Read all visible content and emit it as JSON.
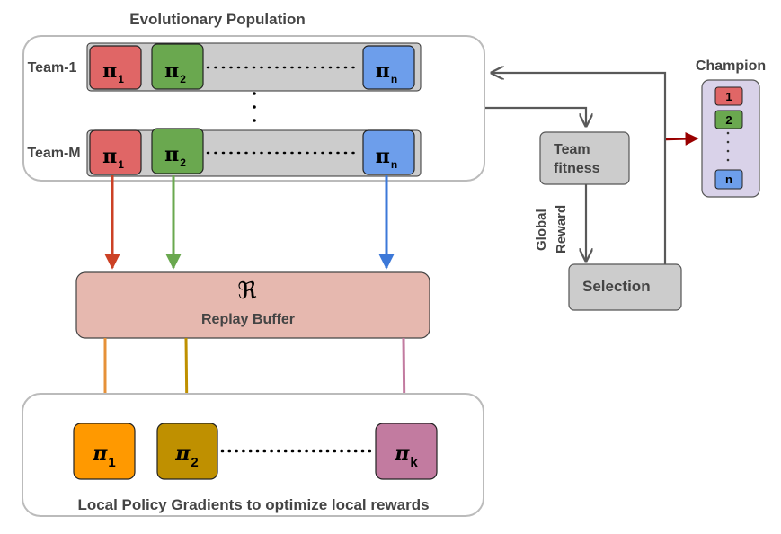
{
  "population": {
    "title": "Evolutionary Population",
    "teams": [
      {
        "label": "Team-1",
        "policies": [
          "1",
          "2",
          "n"
        ]
      },
      {
        "label": "Team-M",
        "policies": [
          "1",
          "2",
          "n"
        ]
      }
    ],
    "vertical_ellipsis": "⋮"
  },
  "symbols": {
    "pi": "π",
    "replay": "ℜ"
  },
  "replay_buffer": {
    "label": "Replay Buffer"
  },
  "local": {
    "label": "Local Policy Gradients to optimize local rewards",
    "policies": [
      "1",
      "2",
      "k"
    ]
  },
  "team_fitness": {
    "line1": "Team",
    "line2": "fitness"
  },
  "global_reward": {
    "line1": "Global",
    "line2": "Reward"
  },
  "selection": {
    "label": "Selection"
  },
  "champion": {
    "title": "Champion",
    "items": [
      "1",
      "2",
      "n"
    ]
  },
  "colors": {
    "red": "#e06666",
    "green": "#6aa84f",
    "blue": "#6d9eeb",
    "orange": "#ff9900",
    "gold": "#bf9000",
    "mauve": "#c27ba0",
    "replay_fill": "#e6b8af",
    "team_bar": "#cccccc",
    "champion_fill": "#d9d2e9",
    "arrow_red": "#cc4125",
    "arrow_green": "#6aa84f",
    "arrow_blue": "#3c78d8",
    "arrow_orange": "#e69138",
    "arrow_gold": "#bf9000",
    "arrow_mauve": "#c27ba0",
    "arrow_dark_red": "#990000",
    "arrow_gray": "#595959"
  }
}
